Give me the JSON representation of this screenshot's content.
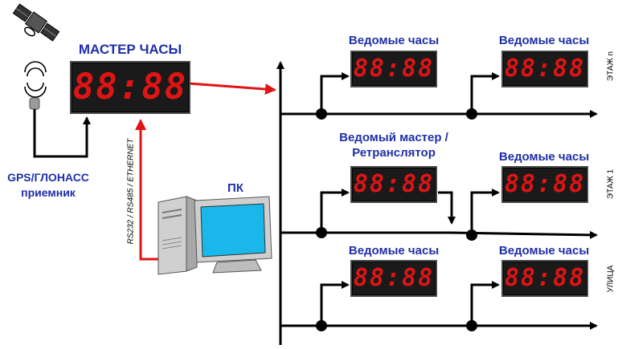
{
  "master": {
    "title": "МАСТЕР ЧАСЫ",
    "display": "88:88"
  },
  "receiver": {
    "label_line1": "GPS/ГЛОНАСС",
    "label_line2": "приемник"
  },
  "pc": {
    "label": "ПК",
    "interface_label": "RS232 / RS485 / ETHERNET"
  },
  "floors": [
    {
      "name": "ЭТАЖ n",
      "clocks": [
        {
          "label": "Ведомые часы",
          "display": "88:88"
        },
        {
          "label": "Ведомые часы",
          "display": "88:88"
        }
      ]
    },
    {
      "name": "ЭТАЖ 1",
      "clocks": [
        {
          "label_line1": "Ведомый мастер /",
          "label_line2": "Ретранслятор",
          "display": "88:88"
        },
        {
          "label": "Ведомые часы",
          "display": "88:88"
        }
      ]
    },
    {
      "name": "УЛИЦА",
      "clocks": [
        {
          "label": "Ведомые часы",
          "display": "88:88"
        },
        {
          "label": "Ведомые часы",
          "display": "88:88"
        }
      ]
    }
  ],
  "colors": {
    "label_blue": "#1f2fa8",
    "digit_red": "#e01414",
    "link_red": "#e01414",
    "line": "#000000"
  }
}
